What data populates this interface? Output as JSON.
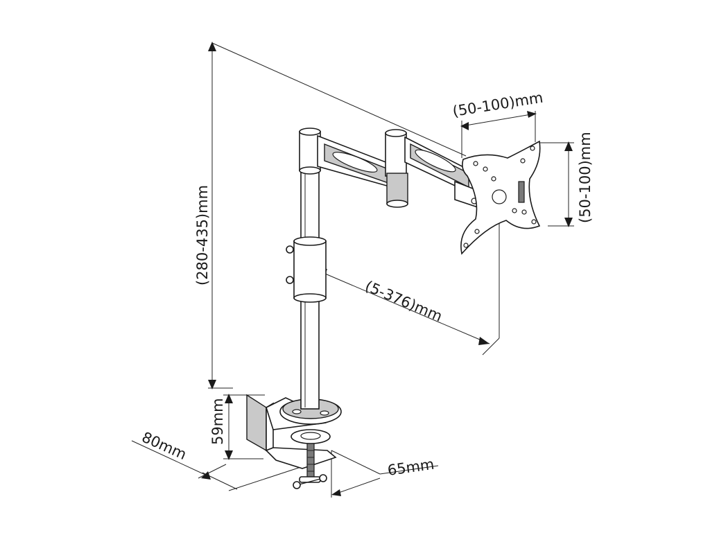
{
  "dimensions": {
    "height": "(280-435)mm",
    "vesa_horizontal": "(50-100)mm",
    "vesa_vertical": "(50-100)mm",
    "arm_reach": "(5-376)mm",
    "clamp_height": "59mm",
    "clamp_depth": "80mm",
    "clamp_width": "65mm"
  }
}
